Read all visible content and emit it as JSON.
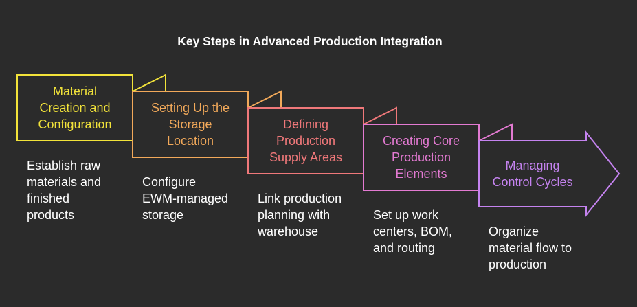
{
  "title": "Key Steps in Advanced Production Integration",
  "colors": {
    "background": "#2b2b2b",
    "step1": "#f2e33a",
    "step2": "#f2a95a",
    "step3": "#f0787a",
    "step4": "#e37ad2",
    "step5": "#c583f0"
  },
  "steps": [
    {
      "label_lines": [
        "Material",
        "Creation and",
        "Configuration"
      ],
      "description_lines": [
        "Establish raw",
        "materials and",
        "finished",
        "products"
      ]
    },
    {
      "label_lines": [
        "Setting Up the",
        "Storage",
        "Location"
      ],
      "description_lines": [
        "Configure",
        "EWM-managed",
        "storage"
      ]
    },
    {
      "label_lines": [
        "Defining",
        "Production",
        "Supply Areas"
      ],
      "description_lines": [
        "Link production",
        "planning with",
        "warehouse"
      ]
    },
    {
      "label_lines": [
        "Creating Core",
        "Production",
        "Elements"
      ],
      "description_lines": [
        "Set up work",
        "centers, BOM,",
        "and routing"
      ]
    },
    {
      "label_lines": [
        "Managing",
        "Control Cycles"
      ],
      "description_lines": [
        "Organize",
        "material flow to",
        "production"
      ]
    }
  ]
}
